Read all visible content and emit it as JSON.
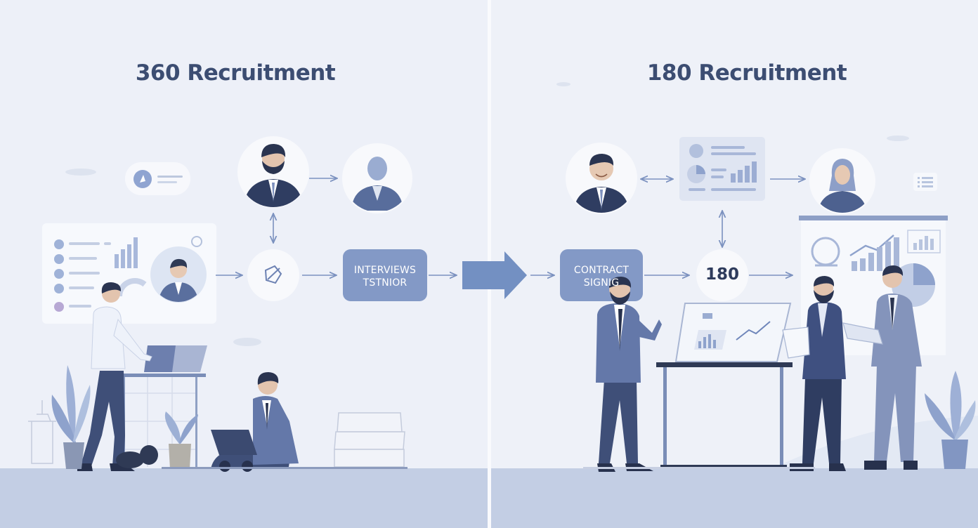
{
  "panels": {
    "left": {
      "title": "360 Recruitment",
      "step_box": {
        "line1": "INTERVIEWS",
        "line2": "TSTNIOR"
      }
    },
    "right": {
      "title": "180 Recruitment",
      "step_box": {
        "line1": "CONTRACT",
        "line2": "SIGNIG"
      },
      "center_node": "180"
    }
  },
  "colors": {
    "background": "#eef1f8",
    "floor": "#c2cde3",
    "accent": "#7189bc",
    "box": "#8399c6",
    "title": "#3c4d72",
    "suit": "#4a5f8f"
  },
  "icons": [
    "profile-avatar",
    "analytics-board",
    "flow-arrow",
    "laptop",
    "potted-plant",
    "whiteboard"
  ]
}
